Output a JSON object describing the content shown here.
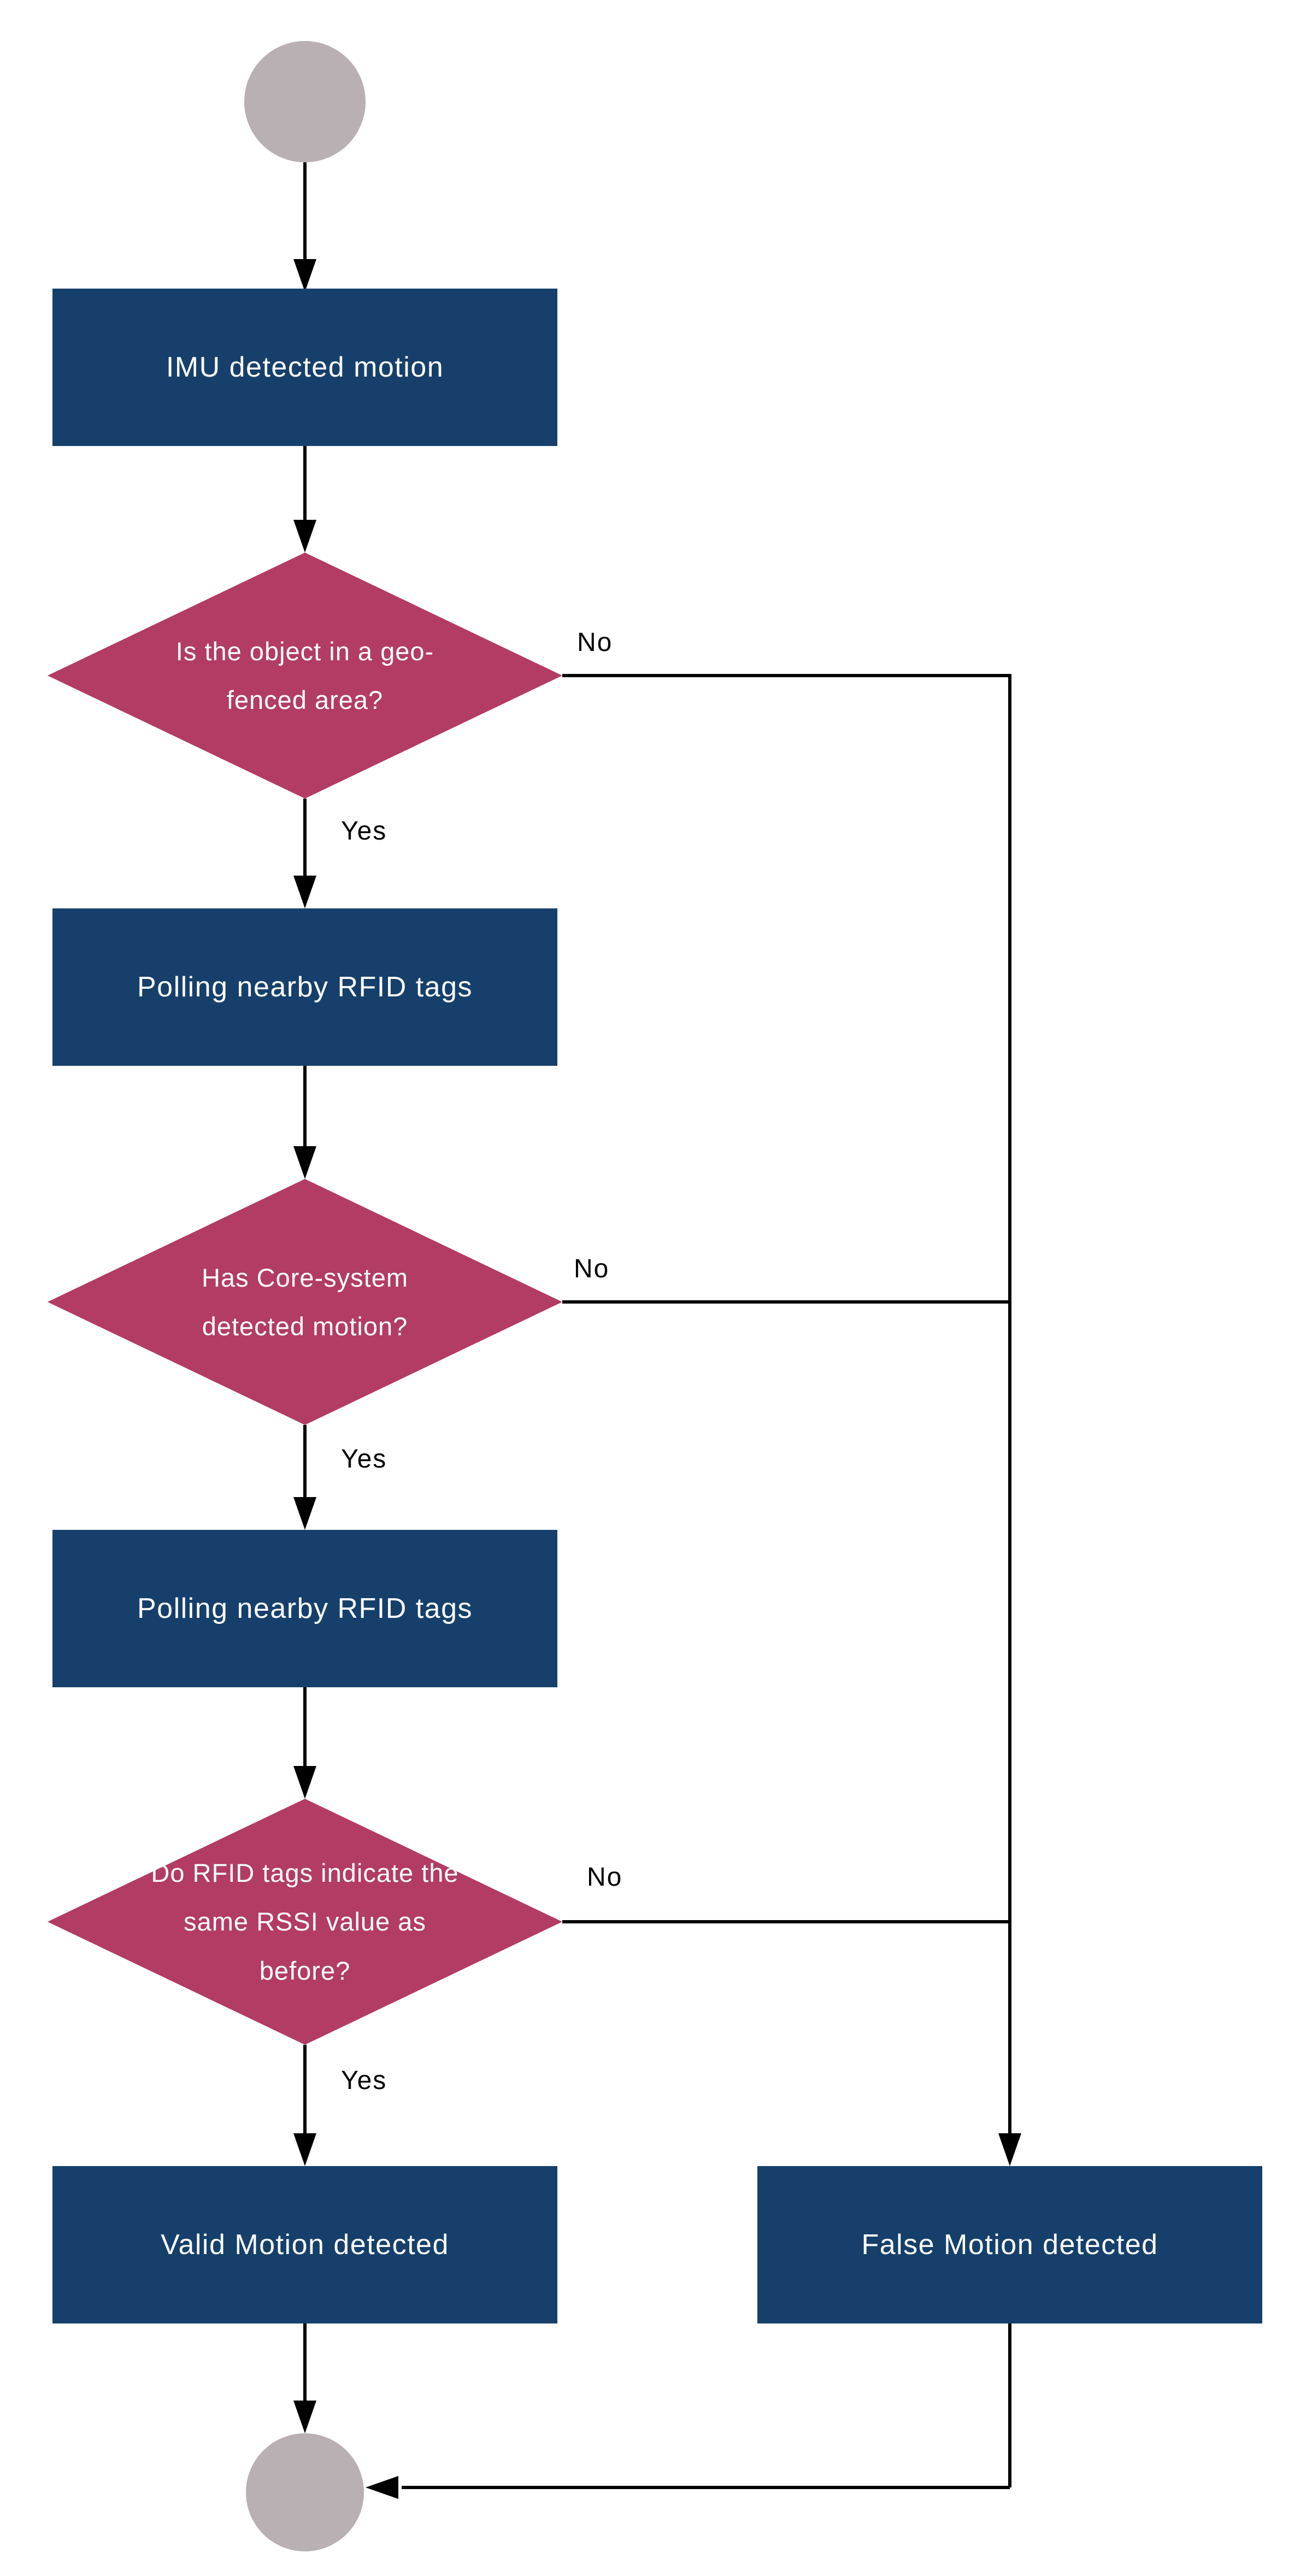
{
  "flow": {
    "type": "flowchart",
    "colors": {
      "process_fill": "#16406b",
      "decision_fill": "#b23c63",
      "terminal_fill": "#b8b0b3",
      "connector": "#000000",
      "shape_text": "#ffffff",
      "edge_label_text": "#000000"
    },
    "nodes": [
      {
        "id": "start",
        "type": "terminal",
        "label": ""
      },
      {
        "id": "imu",
        "type": "process",
        "label": "IMU detected motion"
      },
      {
        "id": "geofence",
        "type": "decision",
        "label": "Is the object in a geo-fenced area?"
      },
      {
        "id": "polling1",
        "type": "process",
        "label": "Polling nearby RFID tags"
      },
      {
        "id": "core",
        "type": "decision",
        "label": "Has Core-system detected motion?"
      },
      {
        "id": "polling2",
        "type": "process",
        "label": "Polling nearby RFID tags"
      },
      {
        "id": "rssi",
        "type": "decision",
        "label": "Do RFID tags indicate the same RSSI value as before?"
      },
      {
        "id": "valid",
        "type": "process",
        "label": "Valid Motion detected"
      },
      {
        "id": "false",
        "type": "process",
        "label": "False Motion detected"
      },
      {
        "id": "end",
        "type": "terminal",
        "label": ""
      }
    ],
    "edges": [
      {
        "from": "start",
        "to": "imu",
        "label": ""
      },
      {
        "from": "imu",
        "to": "geofence",
        "label": ""
      },
      {
        "from": "geofence",
        "to": "polling1",
        "label": "Yes"
      },
      {
        "from": "geofence",
        "to": "false",
        "label": "No"
      },
      {
        "from": "polling1",
        "to": "core",
        "label": ""
      },
      {
        "from": "core",
        "to": "polling2",
        "label": "Yes"
      },
      {
        "from": "core",
        "to": "false",
        "label": "No"
      },
      {
        "from": "polling2",
        "to": "rssi",
        "label": ""
      },
      {
        "from": "rssi",
        "to": "valid",
        "label": "Yes"
      },
      {
        "from": "rssi",
        "to": "false",
        "label": "No"
      },
      {
        "from": "valid",
        "to": "end",
        "label": ""
      },
      {
        "from": "false",
        "to": "end",
        "label": ""
      }
    ]
  }
}
